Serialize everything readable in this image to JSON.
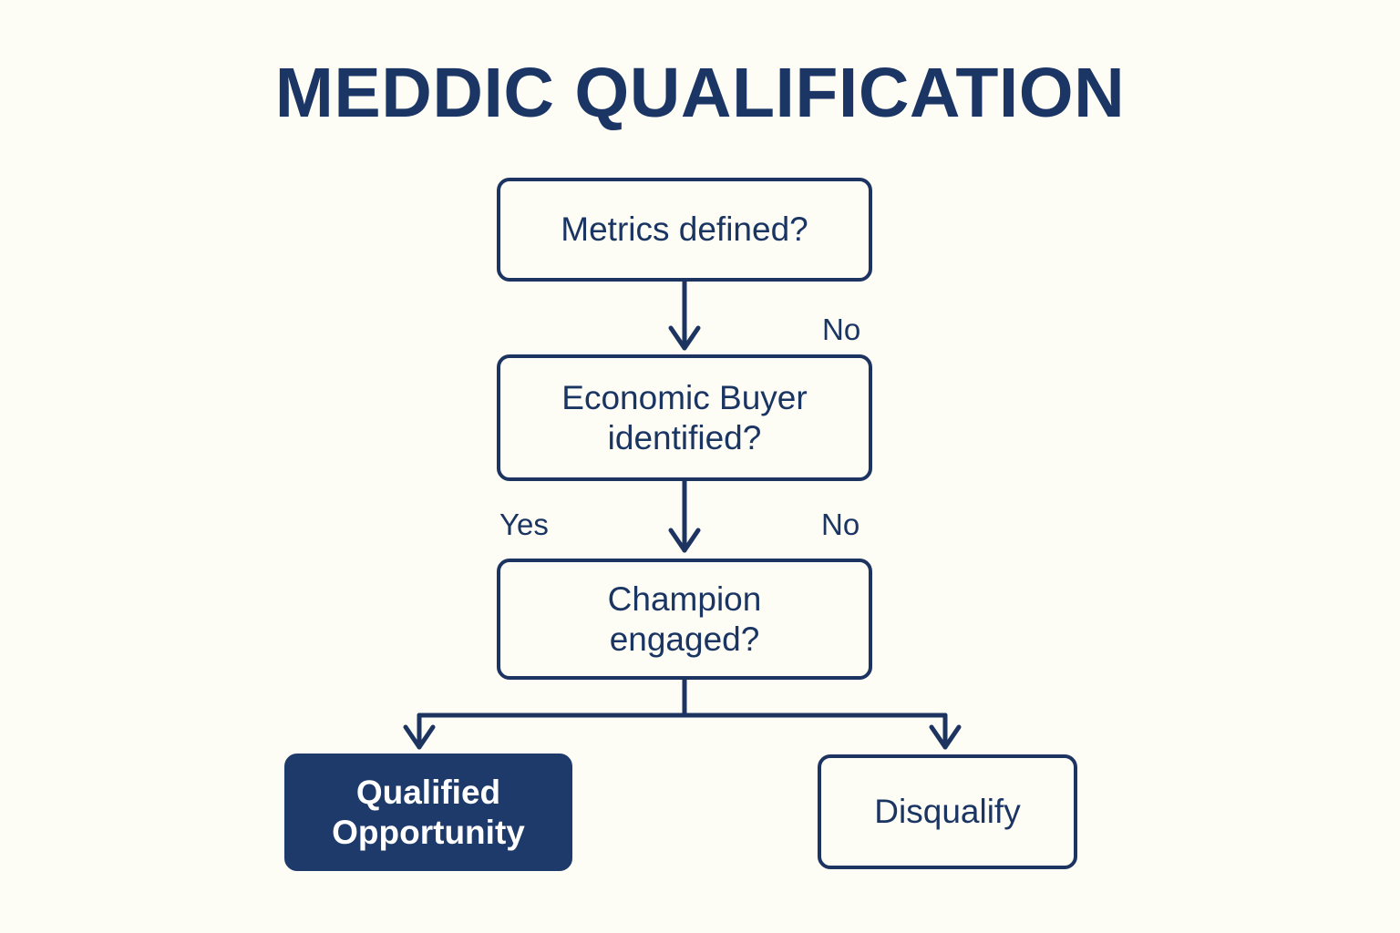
{
  "page": {
    "title": "MEDDIC QUALIFICATION",
    "background_color": "#fdfcf5",
    "accent_color": "#1d3461",
    "fill_color": "#1e3a6b",
    "text_color": "#1b3563"
  },
  "diagram": {
    "type": "flowchart",
    "nodes": [
      {
        "id": "metrics",
        "label": "Metrics defined?",
        "shape": "rounded-rect",
        "style": "outlined"
      },
      {
        "id": "econbuyer",
        "label": "Economic Buyer\nidentified?",
        "shape": "rounded-rect",
        "style": "outlined"
      },
      {
        "id": "champion",
        "label": "Champion\nengaged?",
        "shape": "rounded-rect",
        "style": "outlined"
      },
      {
        "id": "qualified",
        "label": "Qualified\nOpportunity",
        "shape": "rounded-rect",
        "style": "filled"
      },
      {
        "id": "disqualify",
        "label": "Disqualify",
        "shape": "rounded-rect",
        "style": "outlined"
      }
    ],
    "edges": [
      {
        "from": "metrics",
        "to": "econbuyer",
        "label": "No"
      },
      {
        "from": "econbuyer",
        "to": "champion",
        "label_left": "Yes",
        "label_right": "No"
      },
      {
        "from": "champion",
        "to": "qualified",
        "label": ""
      },
      {
        "from": "champion",
        "to": "disqualify",
        "label": ""
      }
    ],
    "edge_labels": {
      "no_1": "No",
      "yes_1": "Yes",
      "no_2": "No"
    }
  }
}
